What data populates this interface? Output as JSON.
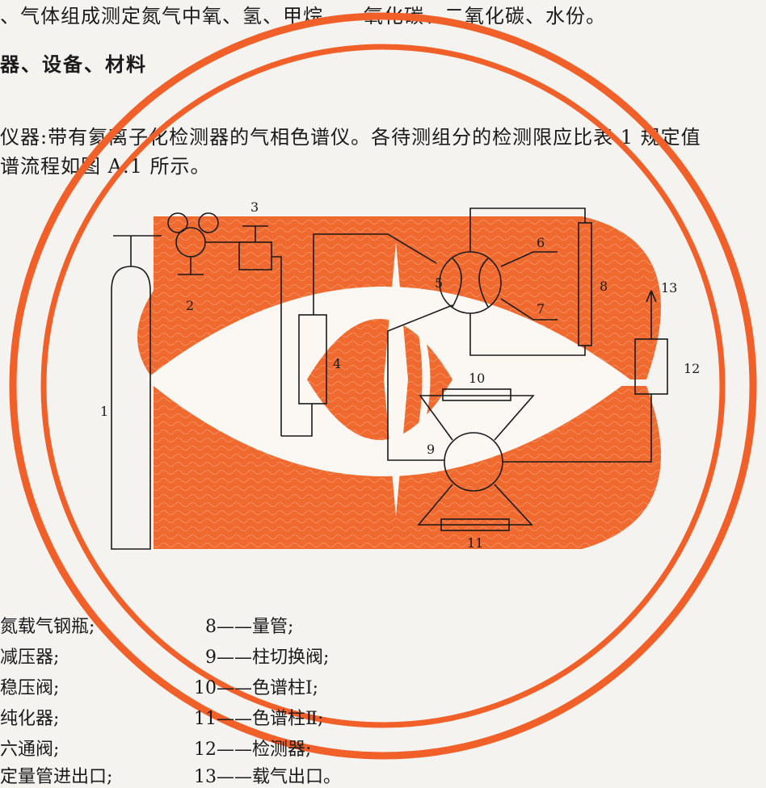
{
  "document": {
    "top_line": "、气体组成测定氮气中氧、氢、甲烷、一氧化碳、二氧化碳、水份。",
    "section_heading": "器、设备、材料",
    "paragraph_line1": "仪器:带有氦离子化检测器的气相色谱仪。各待测组分的检测限应比表 1 规定值",
    "paragraph_line2": "谱流程如图 A.1 所示。"
  },
  "figure": {
    "callouts": [
      "1",
      "2",
      "3",
      "4",
      "5",
      "6",
      "7",
      "8",
      "9",
      "10",
      "11",
      "12",
      "13"
    ]
  },
  "legend": {
    "left": [
      "氮载气钢瓶;",
      "减压器;",
      "稳压阀;",
      "纯化器;",
      "六通阀;",
      "定量管进出口;"
    ],
    "right": [
      "8——量管;",
      "9——柱切换阀;",
      "10——色谱柱Ⅰ;",
      "11——色谱柱Ⅱ;",
      "12——检测器;",
      "13——载气出口。"
    ]
  },
  "watermark": {
    "colors": {
      "orange": "#f26a2e",
      "light": "#f47a45",
      "bg": "#f4f3ef",
      "ring": "#f2602a"
    }
  }
}
